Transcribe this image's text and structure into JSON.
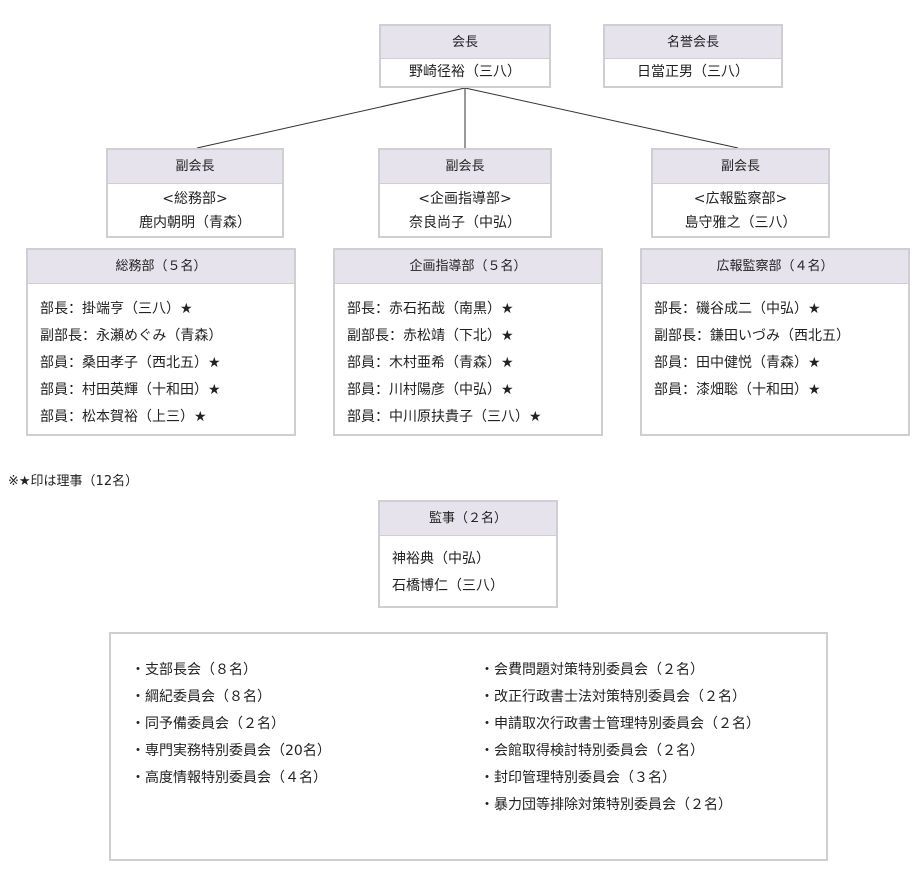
{
  "president": {
    "title": "会長",
    "name": "野崎径裕（三八）"
  },
  "honorary": {
    "title": "名誉会長",
    "name": "日當正男（三八）"
  },
  "vice_presidents": [
    {
      "title": "副会長",
      "dept": "<総務部>",
      "name": "鹿内朝明（青森）"
    },
    {
      "title": "副会長",
      "dept": "<企画指導部>",
      "name": "奈良尚子（中弘）"
    },
    {
      "title": "副会長",
      "dept": "<広報監察部>",
      "name": "島守雅之（三八）"
    }
  ],
  "departments": [
    {
      "title": "総務部（５名）",
      "members": [
        "部長：掛端亨（三八）★",
        "副部長：永瀬めぐみ（青森）",
        "部員：桑田孝子（西北五）★",
        "部員：村田英輝（十和田）★",
        "部員：松本賀裕（上三）★"
      ]
    },
    {
      "title": "企画指導部（５名）",
      "members": [
        "部長：赤石拓哉（南黒）★",
        "副部長：赤松靖（下北）★",
        "部員：木村亜希（青森）★",
        "部員：川村陽彦（中弘）★",
        "部員：中川原扶貴子（三八）★"
      ]
    },
    {
      "title": "広報監察部（４名）",
      "members": [
        "部長：磯谷成二（中弘）★",
        "副部長：鎌田いづみ（西北五）",
        "部員：田中健悦（青森）★",
        "部員：漆畑聡（十和田）★"
      ]
    }
  ],
  "note": "※★印は理事（12名）",
  "auditors": {
    "title": "監事（２名）",
    "members": [
      "神裕典（中弘）",
      "石橋博仁（三八）"
    ]
  },
  "committees": {
    "left": [
      "・支部長会（８名）",
      "・綱紀委員会（８名）",
      "・同予備委員会（２名）",
      "・専門実務特別委員会（20名）",
      "・高度情報特別委員会（４名）"
    ],
    "right": [
      "・会費問題対策特別委員会（２名）",
      "・改正行政書士法対策特別委員会（２名）",
      "・申請取次行政書士管理特別委員会（２名）",
      "・会館取得検討特別委員会（２名）",
      "・封印管理特別委員会（３名）",
      "・暴力団等排除対策特別委員会（２名）"
    ]
  }
}
